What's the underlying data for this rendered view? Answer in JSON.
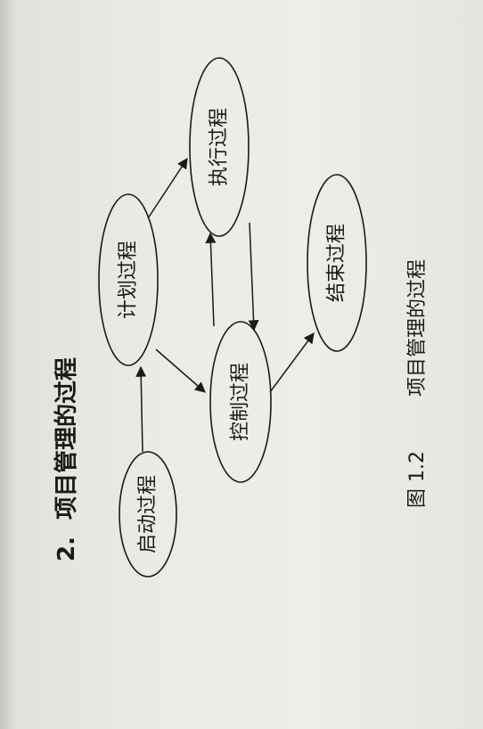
{
  "section": {
    "number": "2.",
    "heading": "项目管理的过程"
  },
  "diagram": {
    "nodes": {
      "start": "启动过程",
      "plan": "计划过程",
      "execute": "执行过程",
      "control": "控制过程",
      "close": "结束过程"
    },
    "caption": {
      "figure_number": "图 1.2",
      "title": "项目管理的过程"
    }
  }
}
